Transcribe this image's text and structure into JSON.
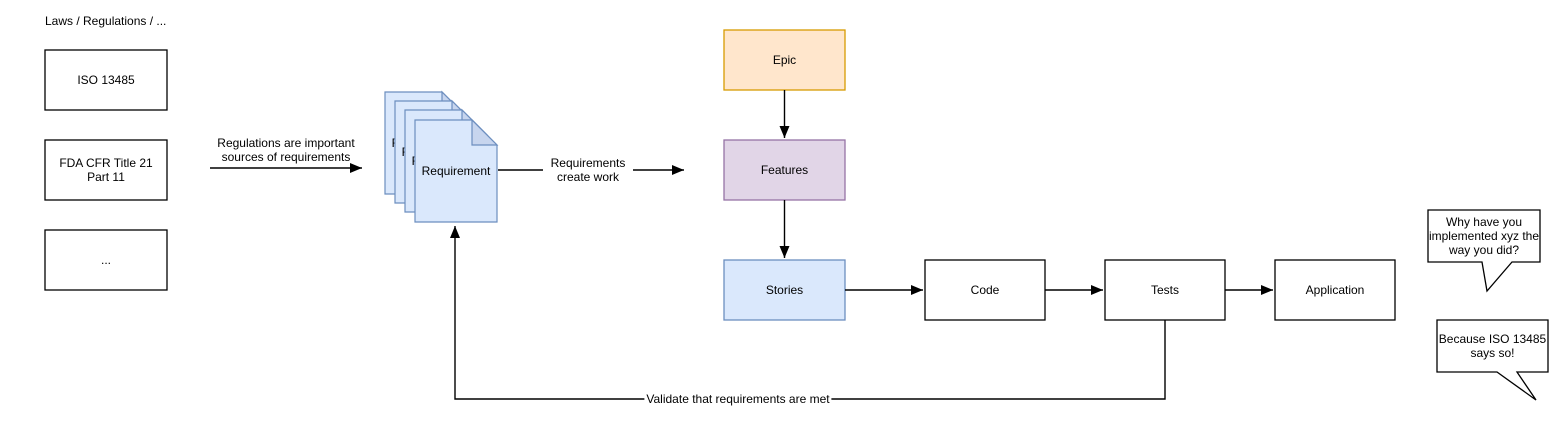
{
  "heading": {
    "laws": "Laws / Regulations / ..."
  },
  "nodes": {
    "iso": {
      "label": "ISO 13485",
      "fill": "#ffffff",
      "stroke": "#000000"
    },
    "fda": {
      "label": "FDA CFR Title 21 Part 11",
      "fill": "#ffffff",
      "stroke": "#000000"
    },
    "ellipsis": {
      "label": "...",
      "fill": "#ffffff",
      "stroke": "#000000"
    },
    "requirement": {
      "label": "Requirement",
      "fill": "#dae8fc",
      "stroke": "#6c8ebf",
      "fold_fill": "#c7d5ee"
    },
    "epic": {
      "label": "Epic",
      "fill": "#ffe6cc",
      "stroke": "#d79b00"
    },
    "features": {
      "label": "Features",
      "fill": "#e1d5e7",
      "stroke": "#9673a6"
    },
    "stories": {
      "label": "Stories",
      "fill": "#dae8fc",
      "stroke": "#6c8ebf"
    },
    "code": {
      "label": "Code",
      "fill": "#ffffff",
      "stroke": "#000000"
    },
    "tests": {
      "label": "Tests",
      "fill": "#ffffff",
      "stroke": "#000000"
    },
    "application": {
      "label": "Application",
      "fill": "#ffffff",
      "stroke": "#000000"
    }
  },
  "edges": {
    "regulations_to_requirements": {
      "label": "Regulations are important sources of requirements"
    },
    "requirements_create_work": {
      "label": "Requirements create work"
    },
    "validate": {
      "label": "Validate that requirements are met"
    }
  },
  "speech_bubbles": {
    "question": {
      "text": "Why have you implemented xyz the way you did?",
      "fill": "#ffffff",
      "stroke": "#000000"
    },
    "answer": {
      "text": "Because ISO 13485 says so!",
      "fill": "#ffffff",
      "stroke": "#000000"
    }
  },
  "colors": {
    "line": "#000000",
    "background": "#ffffff"
  }
}
